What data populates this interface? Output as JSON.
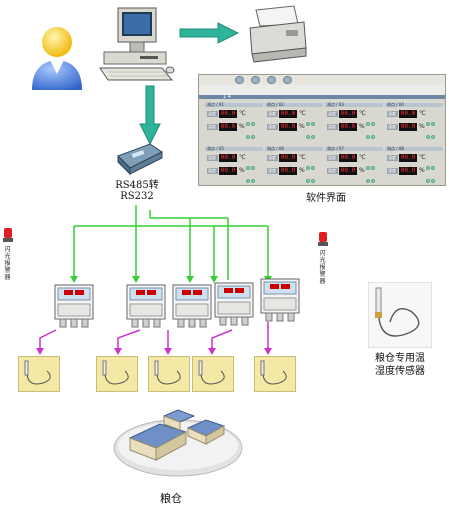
{
  "labels": {
    "converter": "RS485转\nRS232",
    "software_ui": "软件界面",
    "alarm_left": "闪光报警器",
    "alarm_right": "闪光报警器",
    "sensor_caption": "粮仓专用温\n湿度传感器",
    "granary": "粮仓"
  },
  "software_panel": {
    "tab": "1 4",
    "monitors": [
      {
        "title": "测点 / 01",
        "temp": "00.0",
        "hum": "00.0"
      },
      {
        "title": "测点 / 02",
        "temp": "00.0",
        "hum": "00.0"
      },
      {
        "title": "测点 / 03",
        "temp": "00.0",
        "hum": "00.0"
      },
      {
        "title": "测点 / 04",
        "temp": "00.0",
        "hum": "00.0"
      },
      {
        "title": "测点 / 05",
        "temp": "00.0",
        "hum": "00.0"
      },
      {
        "title": "测点 / 06",
        "temp": "00.0",
        "hum": "00.0"
      },
      {
        "title": "测点 / 07",
        "temp": "00.0",
        "hum": "00.0"
      },
      {
        "title": "测点 / 08",
        "temp": "00.0",
        "hum": "00.0"
      }
    ],
    "row_label_temp": "温度",
    "row_label_hum": "湿度",
    "unit_temp": "℃",
    "unit_hum": "%"
  },
  "colors": {
    "bus_line": "#33cc33",
    "sensor_line": "#cc33cc",
    "arrow": "#2fb39a",
    "display_text": "#ff3030"
  },
  "icons": [
    "user-icon",
    "computer-icon",
    "printer-icon",
    "converter-icon",
    "alarm-light-icon",
    "transmitter-icon",
    "sensor-icon",
    "granary-icon",
    "arrow-icon"
  ]
}
